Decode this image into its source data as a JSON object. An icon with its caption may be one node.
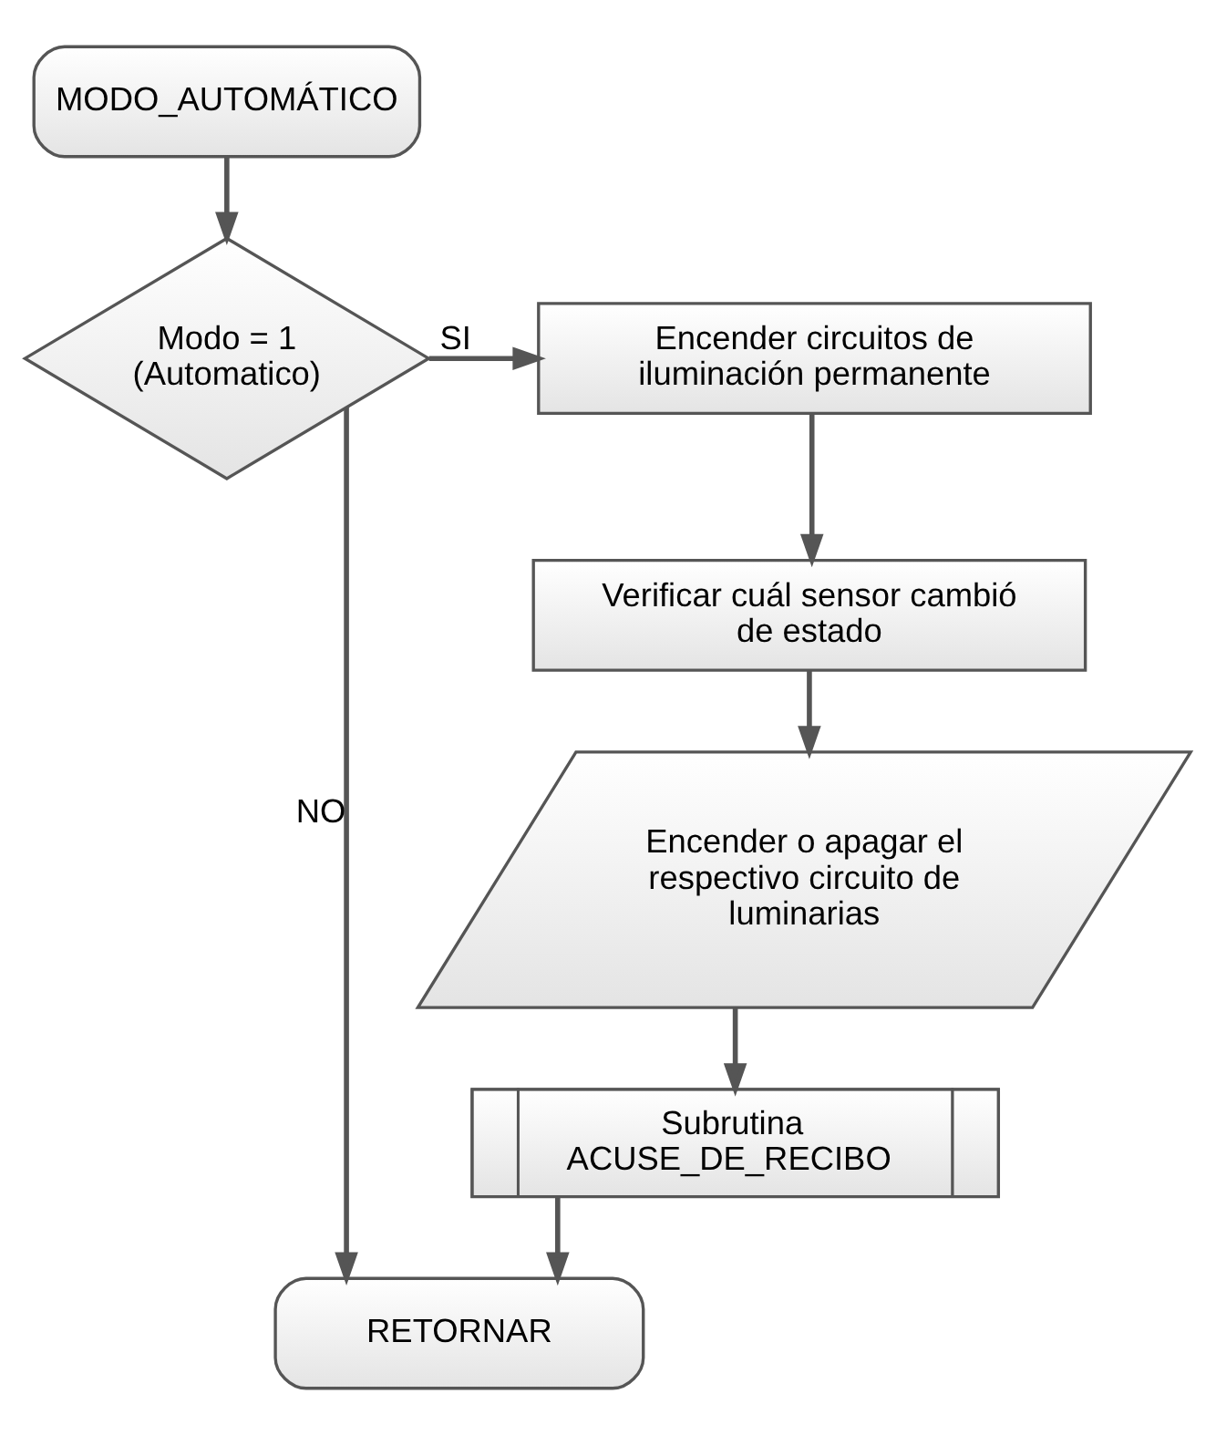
{
  "diagram": {
    "nodes": [
      {
        "text": [
          "MODO_AUTOMÁTICO"
        ]
      },
      {
        "text": [
          "Modo = 1 (Automatico)"
        ]
      },
      {
        "text": [
          "Encender circuitos de iluminación permanente"
        ]
      },
      {
        "text": [
          "Verificar cuál sensor cambió de estado"
        ]
      },
      {
        "text": [
          "Encender o apagar el respectivo circuito de luminarias"
        ]
      },
      {
        "text": [
          "Subrutina ACUSE_DE_RECIBO"
        ]
      },
      {
        "text": [
          "RETORNAR"
        ]
      }
    ],
    "edges": [
      {
        "from": 0,
        "to": 1,
        "arrow": "to"
      },
      {
        "from": 1,
        "to": 2,
        "arrow": "to",
        "label": "SI"
      },
      {
        "from": 2,
        "to": 3,
        "arrow": "to"
      },
      {
        "from": 3,
        "to": 4,
        "arrow": "to"
      },
      {
        "from": 4,
        "to": 5,
        "arrow": "to"
      },
      {
        "from": 1,
        "to": 6,
        "arrow": "to",
        "label": "NO"
      },
      {
        "from": 5,
        "to": 6,
        "arrow": "to"
      }
    ]
  }
}
